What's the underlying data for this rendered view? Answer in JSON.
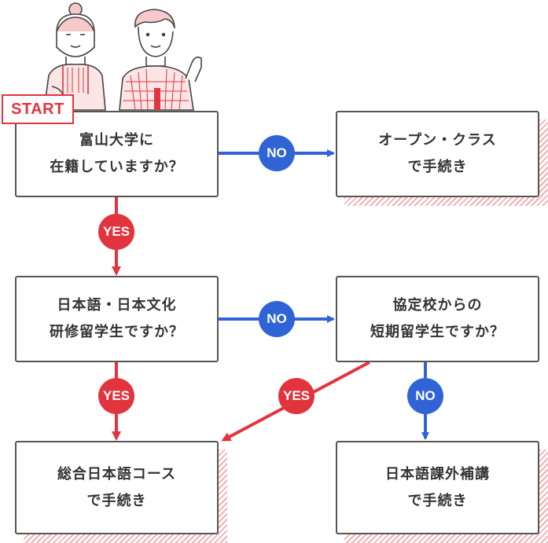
{
  "start_label": "START",
  "boxes": {
    "q1": {
      "line1": "富山大学に",
      "line2": "在籍していますか？"
    },
    "open_class": {
      "line1": "オープン・クラス",
      "line2": "で手続き"
    },
    "q2": {
      "line1": "日本語・日本文化",
      "line2": "研修留学生ですか？"
    },
    "q3": {
      "line1": "協定校からの",
      "line2": "短期留学生ですか？"
    },
    "general": {
      "line1": "総合日本語コース",
      "line2": "で手続き"
    },
    "supplementary": {
      "line1": "日本語課外補講",
      "line2": "で手続き"
    }
  },
  "badges": {
    "yes": "YES",
    "no": "NO"
  },
  "colors": {
    "yes": "#e2343f",
    "no": "#2f63d6",
    "border": "#555555",
    "hatch": "#f2b1b5"
  },
  "illustration": "two-students-illustration"
}
